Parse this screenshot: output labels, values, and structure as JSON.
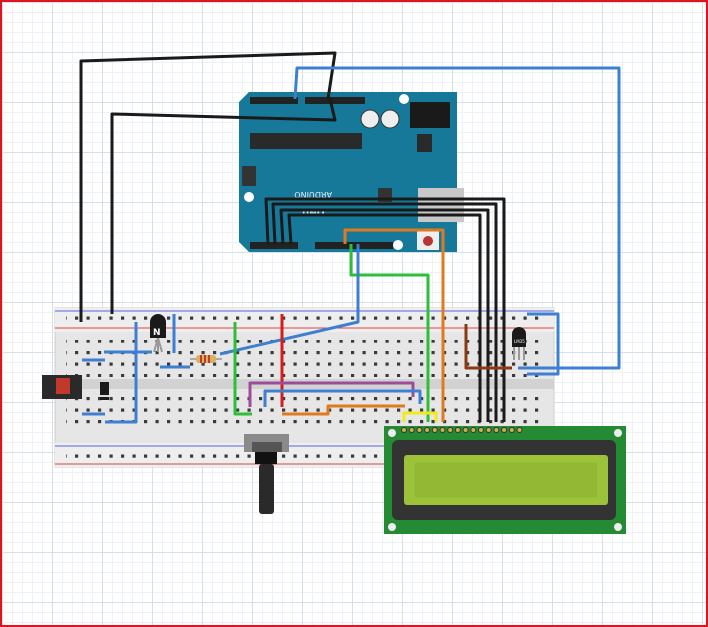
{
  "labels": {
    "transistor_mark": "N",
    "sensor_mark": "LM35",
    "arduino_logo": "UNO",
    "arduino_brand": "ARDUINO"
  },
  "colors": {
    "border": "#e0141e",
    "arduino": "#17799a",
    "breadboard": "#e6e6e6",
    "lcd_pcb": "#248a34",
    "lcd_screen": "#9cc23a",
    "wire_black": "#1a1a1a",
    "wire_blue": "#3d7fd1",
    "wire_green": "#2fbe3a",
    "wire_orange": "#e07a1e",
    "wire_red": "#d81c1c",
    "wire_purple": "#9c4c9a",
    "wire_yellow": "#f2ea1a",
    "wire_brown": "#8a3a10"
  }
}
